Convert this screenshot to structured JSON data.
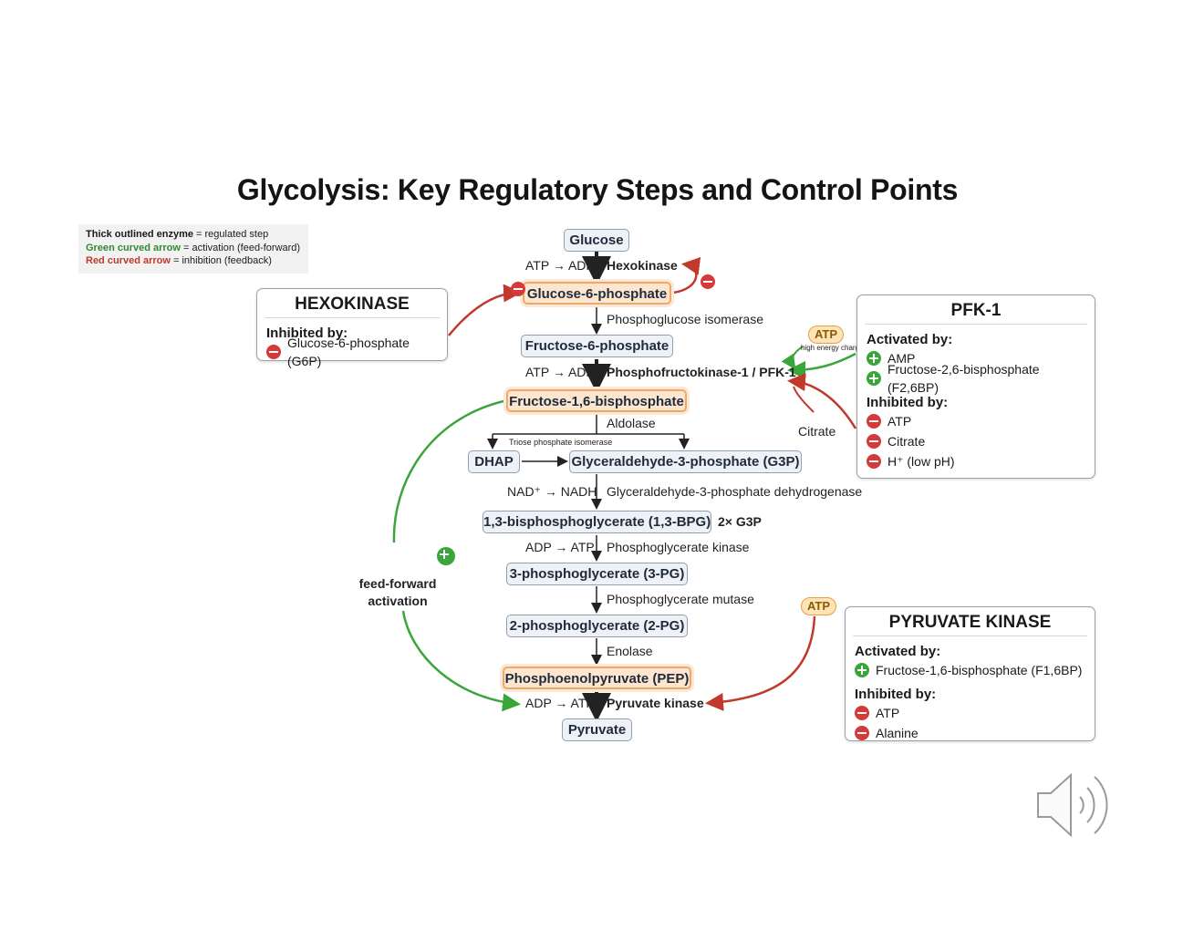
{
  "title": "Glycolysis: Key Regulatory Steps and Control Points",
  "legend": {
    "l1a": "Thick outlined enzyme",
    "l1b": " = regulated step",
    "l2a": "Green curved arrow",
    "l2b": " = activation (feed-forward)",
    "l3a": "Red curved arrow",
    "l3b": " = inhibition (feedback)"
  },
  "pathway": {
    "glucose": "Glucose",
    "atp_adp_1": "ATP → ADP",
    "hexokinase": "Hexokinase",
    "g6p": "Glucose-6-phosphate",
    "pgi": "Phosphoglucose isomerase",
    "f6p": "Fructose-6-phosphate",
    "atp_adp_2": "ATP → ADP",
    "pfk": "Phosphofructokinase-1 / PFK-1",
    "f16bp": "Fructose-1,6-bisphosphate",
    "aldolase": "Aldolase",
    "tpi": "Triose phosphate isomerase",
    "dhap": "DHAP",
    "g3p": "Glyceraldehyde-3-phosphate (G3P)",
    "nad": "NAD⁺ → NADH",
    "gapdh": "Glyceraldehyde-3-phosphate dehydrogenase",
    "bpg": "1,3-bisphosphoglycerate (1,3-BPG)",
    "two_g3p": "2× G3P",
    "adp_atp_1": "ADP → ATP",
    "pgk": "Phosphoglycerate kinase",
    "pg3": "3-phosphoglycerate (3-PG)",
    "pgm": "Phosphoglycerate mutase",
    "pg2": "2-phosphoglycerate (2-PG)",
    "enolase": "Enolase",
    "pep": "Phosphoenolpyruvate (PEP)",
    "adp_atp_2": "ADP → ATP",
    "pk": "Pyruvate kinase",
    "pyruvate": "Pyruvate"
  },
  "annotations": {
    "feed_forward": "feed-forward",
    "activation": "activation",
    "atp_pfk": "ATP",
    "high_energy": "high energy charge",
    "citrate": "Citrate",
    "atp_pk": "ATP"
  },
  "panels": {
    "hexokinase": {
      "title": "HEXOKINASE",
      "inhibited_header": "Inhibited by:",
      "inhibitors": [
        "Glucose-6-phosphate (G6P)"
      ]
    },
    "pfk1": {
      "title": "PFK-1",
      "activated_header": "Activated by:",
      "activators": [
        "AMP",
        "Fructose-2,6-bisphosphate (F2,6BP)"
      ],
      "inhibited_header": "Inhibited by:",
      "inhibitors": [
        "ATP",
        "Citrate",
        "H⁺ (low pH)"
      ]
    },
    "pyruvate_kinase": {
      "title": "PYRUVATE KINASE",
      "activated_header": "Activated by:",
      "activators": [
        "Fructose-1,6-bisphosphate (F1,6BP)"
      ],
      "inhibited_header": "Inhibited by:",
      "inhibitors": [
        "ATP",
        "Alanine"
      ]
    }
  },
  "colors": {
    "activation": "#3aa63a",
    "inhibition": "#d43a3a",
    "regulated_fill": "#fde6cf",
    "regulated_border": "#f0a868"
  },
  "icons": {
    "speaker": "speaker-icon"
  }
}
